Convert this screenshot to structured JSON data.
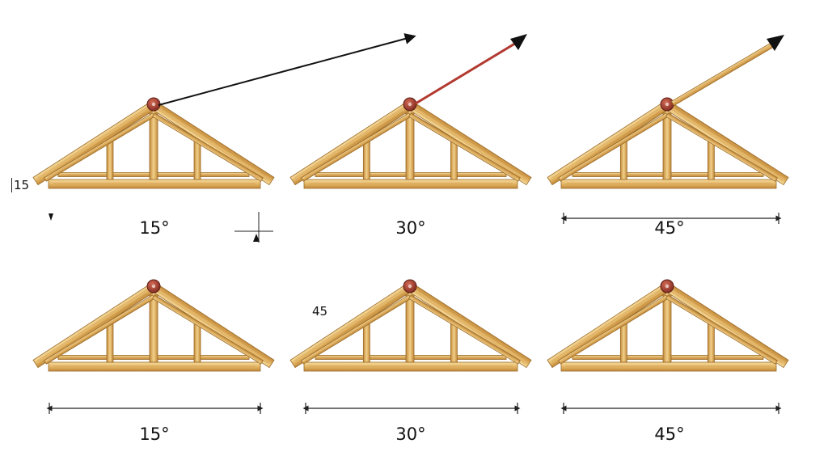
{
  "trusses": [
    {
      "label": "15°"
    },
    {
      "label": "30°"
    },
    {
      "label": "45°"
    },
    {
      "label": "15°"
    },
    {
      "label": "30°"
    },
    {
      "label": "45°"
    }
  ],
  "stray_labels": {
    "left_mark": "15",
    "floating_45": "45"
  },
  "colors": {
    "wood_light": "#f1d08a",
    "wood_mid": "#d9a957",
    "wood_dark": "#a9742c",
    "ridge_cap": "#9a3b2e",
    "arrow_black": "#111111",
    "arrow_red": "#b23a30",
    "arrow_wood": "#c9973f",
    "dimension_line": "#222222"
  },
  "icons": [
    "ridge-cap-icon",
    "arrow-icon",
    "dimension-arrow-icon"
  ]
}
